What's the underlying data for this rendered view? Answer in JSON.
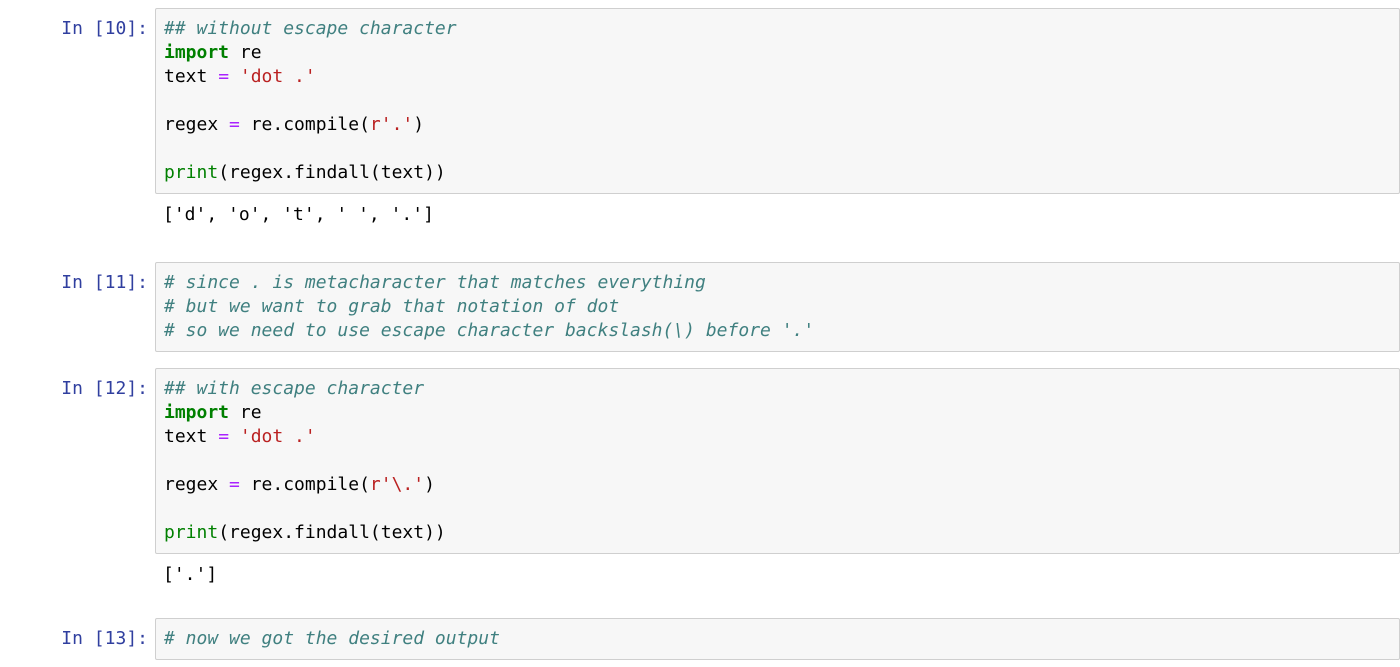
{
  "colors": {
    "prompt": "#303F9F",
    "comment": "#408080",
    "keyword": "#008000",
    "builtin": "#008000",
    "operator": "#AA22FF",
    "string": "#BA2121",
    "code_text": "#000000",
    "cell_background": "#F7F7F7",
    "cell_border": "#CFCFCF",
    "page_background": "#FFFFFF"
  },
  "notebook": {
    "cells": [
      {
        "prompt": "In [10]:",
        "code_lines": [
          [
            {
              "type": "comment",
              "text": "## without escape character"
            }
          ],
          [
            {
              "type": "keyword",
              "text": "import"
            },
            {
              "type": "plain",
              "text": " re"
            }
          ],
          [
            {
              "type": "plain",
              "text": "text "
            },
            {
              "type": "operator",
              "text": "="
            },
            {
              "type": "plain",
              "text": " "
            },
            {
              "type": "string",
              "text": "'dot .'"
            }
          ],
          [],
          [
            {
              "type": "plain",
              "text": "regex "
            },
            {
              "type": "operator",
              "text": "="
            },
            {
              "type": "plain",
              "text": " re.compile("
            },
            {
              "type": "string",
              "text": "r'.'"
            },
            {
              "type": "plain",
              "text": ")"
            }
          ],
          [],
          [
            {
              "type": "builtin",
              "text": "print"
            },
            {
              "type": "plain",
              "text": "(regex.findall(text))"
            }
          ]
        ],
        "output": "['d', 'o', 't', ' ', '.']"
      },
      {
        "prompt": "In [11]:",
        "code_lines": [
          [
            {
              "type": "comment",
              "text": "# since . is metacharacter that matches everything"
            }
          ],
          [
            {
              "type": "comment",
              "text": "# but we want to grab that notation of dot"
            }
          ],
          [
            {
              "type": "comment",
              "text": "# so we need to use escape character backslash(\\) before '.'"
            }
          ]
        ],
        "output": null
      },
      {
        "prompt": "In [12]:",
        "code_lines": [
          [
            {
              "type": "comment",
              "text": "## with escape character"
            }
          ],
          [
            {
              "type": "keyword",
              "text": "import"
            },
            {
              "type": "plain",
              "text": " re"
            }
          ],
          [
            {
              "type": "plain",
              "text": "text "
            },
            {
              "type": "operator",
              "text": "="
            },
            {
              "type": "plain",
              "text": " "
            },
            {
              "type": "string",
              "text": "'dot .'"
            }
          ],
          [],
          [
            {
              "type": "plain",
              "text": "regex "
            },
            {
              "type": "operator",
              "text": "="
            },
            {
              "type": "plain",
              "text": " re.compile("
            },
            {
              "type": "string",
              "text": "r'\\.'"
            },
            {
              "type": "plain",
              "text": ")"
            }
          ],
          [],
          [
            {
              "type": "builtin",
              "text": "print"
            },
            {
              "type": "plain",
              "text": "(regex.findall(text))"
            }
          ]
        ],
        "output": "['.']"
      },
      {
        "prompt": "In [13]:",
        "code_lines": [
          [
            {
              "type": "comment",
              "text": "# now we got the desired output"
            }
          ]
        ],
        "output": null
      }
    ]
  }
}
